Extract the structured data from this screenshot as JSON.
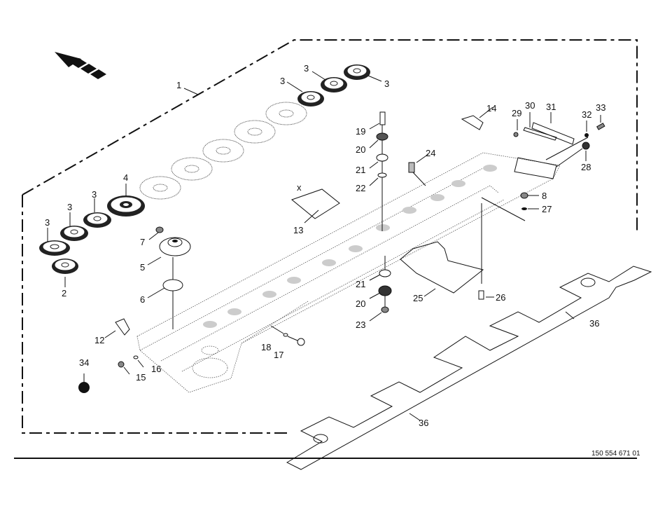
{
  "diagram": {
    "title": "Cutter bar exploded parts diagram",
    "document_number": "150 554 671 01",
    "direction_indicator": "travel-direction-arrow",
    "callouts": [
      {
        "id": "c1",
        "label": "1",
        "part": "cutter bar assembly"
      },
      {
        "id": "c2",
        "label": "2",
        "part": "gear"
      },
      {
        "id": "c3a",
        "label": "3",
        "part": "idler gear"
      },
      {
        "id": "c3b",
        "label": "3",
        "part": "idler gear"
      },
      {
        "id": "c3c",
        "label": "3",
        "part": "idler gear"
      },
      {
        "id": "c3d",
        "label": "3",
        "part": "idler gear"
      },
      {
        "id": "c3e",
        "label": "3",
        "part": "idler gear"
      },
      {
        "id": "c3f",
        "label": "3",
        "part": "idler gear"
      },
      {
        "id": "c4",
        "label": "4",
        "part": "drive gear"
      },
      {
        "id": "c5",
        "label": "5",
        "part": "disc hub"
      },
      {
        "id": "c6",
        "label": "6",
        "part": "o-ring"
      },
      {
        "id": "c7",
        "label": "7",
        "part": "nut"
      },
      {
        "id": "c8",
        "label": "8",
        "part": "nut"
      },
      {
        "id": "c12",
        "label": "12",
        "part": "skid"
      },
      {
        "id": "c13",
        "label": "13",
        "part": "guard"
      },
      {
        "id": "c14",
        "label": "14",
        "part": "skid"
      },
      {
        "id": "c15",
        "label": "15",
        "part": "nut"
      },
      {
        "id": "c16",
        "label": "16",
        "part": "washer"
      },
      {
        "id": "c17",
        "label": "17",
        "part": "plug"
      },
      {
        "id": "c18",
        "label": "18",
        "part": "seal"
      },
      {
        "id": "c19",
        "label": "19",
        "part": "bolt"
      },
      {
        "id": "c20a",
        "label": "20",
        "part": "bearing"
      },
      {
        "id": "c20b",
        "label": "20",
        "part": "bearing"
      },
      {
        "id": "c21a",
        "label": "21",
        "part": "o-ring"
      },
      {
        "id": "c21b",
        "label": "21",
        "part": "o-ring"
      },
      {
        "id": "c22",
        "label": "22",
        "part": "washer"
      },
      {
        "id": "c23",
        "label": "23",
        "part": "nut"
      },
      {
        "id": "c24",
        "label": "24",
        "part": "spring"
      },
      {
        "id": "c25",
        "label": "25",
        "part": "cover plate"
      },
      {
        "id": "c26",
        "label": "26",
        "part": "bolt"
      },
      {
        "id": "c27",
        "label": "27",
        "part": "washer"
      },
      {
        "id": "c28",
        "label": "28",
        "part": "nut"
      },
      {
        "id": "c29",
        "label": "29",
        "part": "nut"
      },
      {
        "id": "c30",
        "label": "30",
        "part": "gasket"
      },
      {
        "id": "c31",
        "label": "31",
        "part": "strip"
      },
      {
        "id": "c32",
        "label": "32",
        "part": "washer"
      },
      {
        "id": "c33",
        "label": "33",
        "part": "bolt"
      },
      {
        "id": "c34",
        "label": "34",
        "part": "sealant"
      },
      {
        "id": "c36a",
        "label": "36",
        "part": "gasket"
      },
      {
        "id": "c36b",
        "label": "36",
        "part": "gasket"
      }
    ],
    "dimension_mark": "x"
  }
}
